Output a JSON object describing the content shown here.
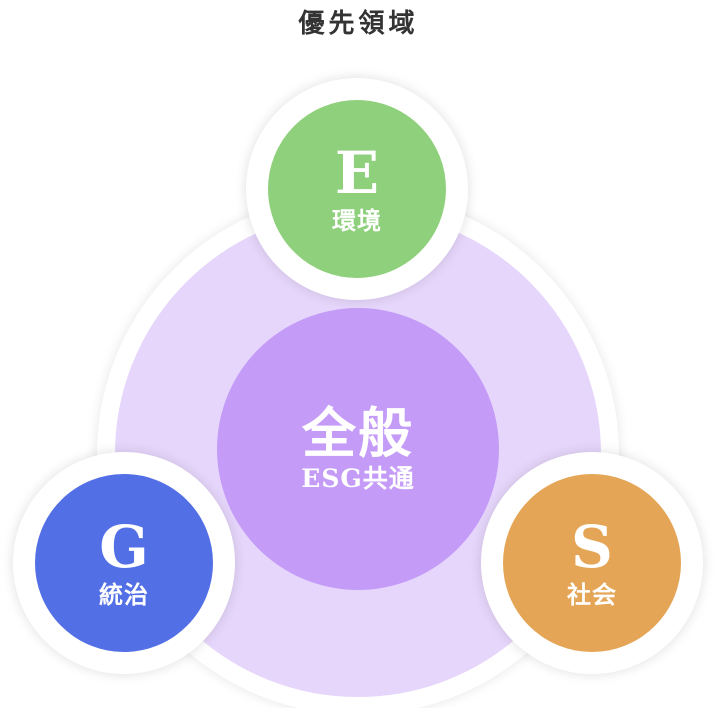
{
  "title": "優先領域",
  "center": {
    "main": "全般",
    "sub": "ESG共通"
  },
  "nodes": {
    "environment": {
      "letter": "E",
      "label": "環境",
      "color": "#8fd07c"
    },
    "governance": {
      "letter": "G",
      "label": "統治",
      "color": "#536fe6"
    },
    "social": {
      "letter": "S",
      "label": "社会",
      "color": "#e5a556"
    }
  },
  "colors": {
    "outer_ring": "#e6d6fb",
    "center": "#c49cf8",
    "title": "#333333"
  }
}
